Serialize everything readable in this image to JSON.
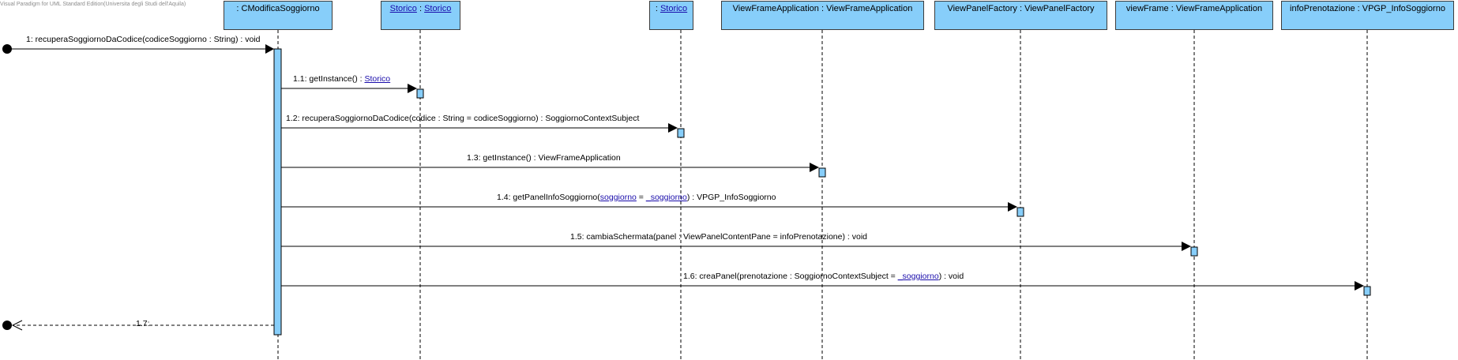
{
  "watermark": "Visual Paradigm for UML Standard Edition(Universita degli Studi dell'Aquila)",
  "lifelines": [
    {
      "id": "cmodifica",
      "parts": [
        {
          "text": ": CModificaSoggiorno",
          "link": false
        }
      ]
    },
    {
      "id": "storico1",
      "parts": [
        {
          "text": "Storico",
          "link": true
        },
        {
          "text": " : ",
          "link": false
        },
        {
          "text": "Storico",
          "link": true
        }
      ]
    },
    {
      "id": "storico2",
      "parts": [
        {
          "text": ": ",
          "link": false
        },
        {
          "text": "Storico",
          "link": true
        }
      ]
    },
    {
      "id": "viewframeapp",
      "parts": [
        {
          "text": "ViewFrameApplication : ViewFrameApplication",
          "link": false
        }
      ]
    },
    {
      "id": "viewpanelfactory",
      "parts": [
        {
          "text": "ViewPanelFactory : ViewPanelFactory",
          "link": false
        }
      ]
    },
    {
      "id": "viewframe",
      "parts": [
        {
          "text": "viewFrame : ViewFrameApplication",
          "link": false
        }
      ]
    },
    {
      "id": "infoprenotazione",
      "parts": [
        {
          "text": "infoPrenotazione : VPGP_InfoSoggiorno",
          "link": false
        }
      ]
    }
  ],
  "messages": [
    {
      "id": "m1",
      "parts": [
        {
          "text": "1: recuperaSoggiornoDaCodice(codiceSoggiorno : String) : void",
          "link": false
        }
      ]
    },
    {
      "id": "m11",
      "parts": [
        {
          "text": "1.1: getInstance() : ",
          "link": false
        },
        {
          "text": "Storico",
          "link": true
        }
      ]
    },
    {
      "id": "m12",
      "parts": [
        {
          "text": "1.2: recuperaSoggiornoDaCodice(codice : String = codiceSoggiorno) : SoggiornoContextSubject",
          "link": false
        }
      ]
    },
    {
      "id": "m13",
      "parts": [
        {
          "text": "1.3: getInstance() : ViewFrameApplication",
          "link": false
        }
      ]
    },
    {
      "id": "m14",
      "parts": [
        {
          "text": "1.4: getPanelInfoSoggiorno(",
          "link": false
        },
        {
          "text": "soggiorno",
          "link": true
        },
        {
          "text": " = ",
          "link": false
        },
        {
          "text": "_soggiorno",
          "link": true
        },
        {
          "text": ") : VPGP_InfoSoggiorno",
          "link": false
        }
      ]
    },
    {
      "id": "m15",
      "parts": [
        {
          "text": "1.5: cambiaSchermata(panel : ViewPanelContentPane = infoPrenotazione) : void",
          "link": false
        }
      ]
    },
    {
      "id": "m16",
      "parts": [
        {
          "text": "1.6: creaPanel(prenotazione : SoggiornoContextSubject = ",
          "link": false
        },
        {
          "text": "_soggiorno",
          "link": true
        },
        {
          "text": ") : void",
          "link": false
        }
      ]
    },
    {
      "id": "m17",
      "parts": [
        {
          "text": "1.7:",
          "link": false
        }
      ]
    }
  ],
  "colors": {
    "lifeline_fill": "#87cefa",
    "activation_fill": "#87cefa",
    "link_text": "#1a0dab",
    "line": "#000000"
  }
}
